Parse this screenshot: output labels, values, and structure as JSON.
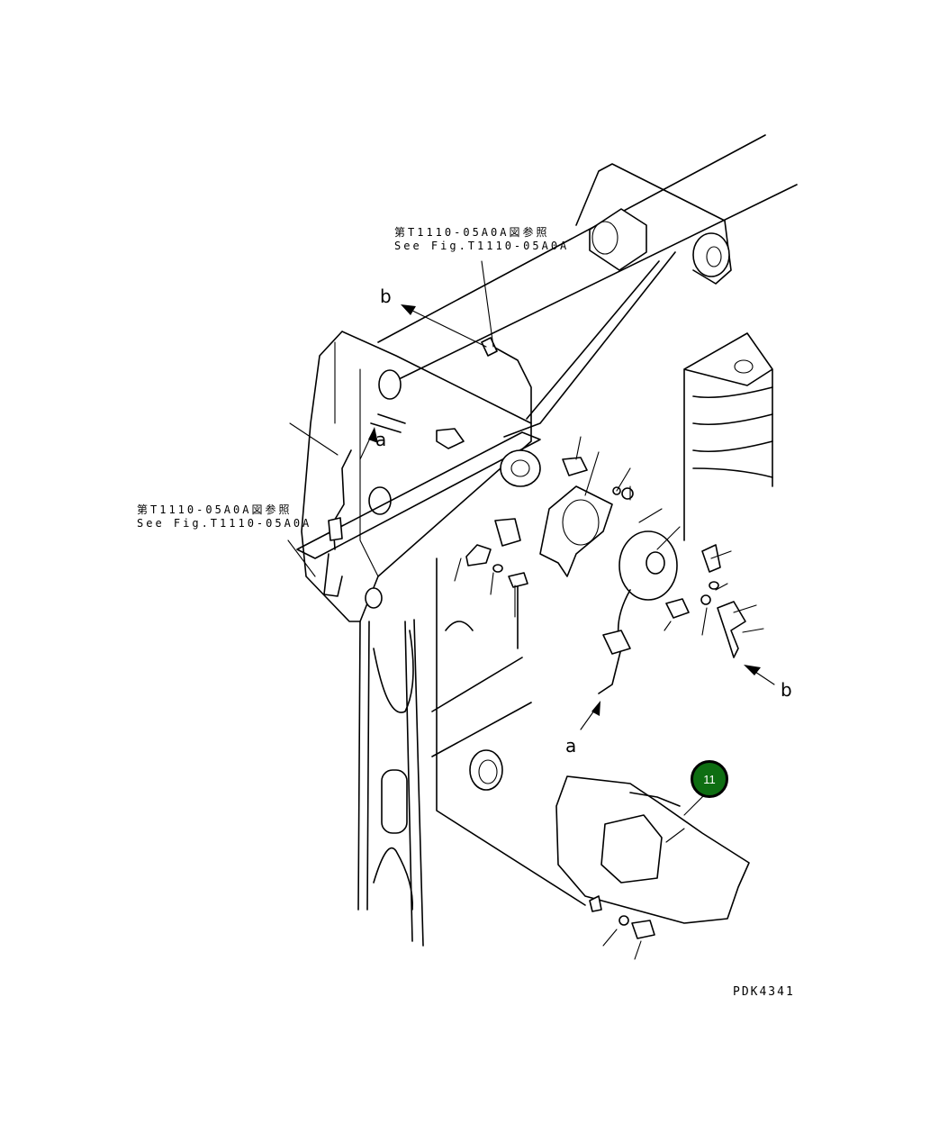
{
  "references": [
    {
      "jp": "第T1110-05A0A図参照",
      "en": "See Fig.T1110-05A0A"
    },
    {
      "jp": "第T1110-05A0A図参照",
      "en": "See Fig.T1110-05A0A"
    }
  ],
  "direction_letters": {
    "a1": "a",
    "b1": "b",
    "a2": "a",
    "b2": "b"
  },
  "callout": {
    "number": "11",
    "color": "#0e6e12"
  },
  "figure_code": "PDK4341"
}
